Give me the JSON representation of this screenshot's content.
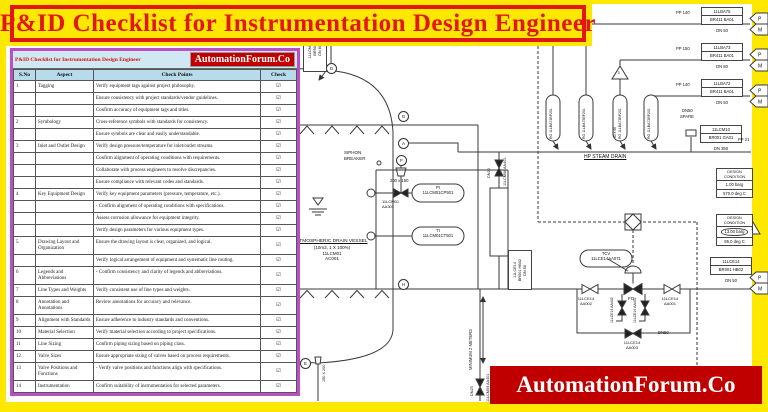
{
  "brand": "AutomationForum.Co",
  "banner": {
    "title": "P&ID Checklist for Instrumentation Design Engineer"
  },
  "colors": {
    "frame_yellow": "#ffe800",
    "title_red": "#e31616",
    "brand_red": "#c00000",
    "table_border_magenta": "#bb4ec0",
    "header_blue": "#b7dbea"
  },
  "table": {
    "title": "P&ID Checklist for Instrumentation Design Engineer",
    "headers": [
      "S.No",
      "Aspect",
      "Check Points",
      "Check"
    ],
    "check_symbol": "☑",
    "rows": [
      {
        "sno": "1",
        "aspect": "Tagging",
        "point": "Verify equipment tags against project philosophy."
      },
      {
        "sno": "",
        "aspect": "",
        "point": "Ensure consistency with project standards/vendor guidelines."
      },
      {
        "sno": "",
        "aspect": "",
        "point": "Confirm accuracy of equipment tags and titles."
      },
      {
        "sno": "2",
        "aspect": "Symbology",
        "point": "Cross-reference symbols with standards for consistency."
      },
      {
        "sno": "",
        "aspect": "",
        "point": "Ensure symbols are clear and easily understandable."
      },
      {
        "sno": "3",
        "aspect": "Inlet and Outlet Design",
        "point": "Verify design pressure/temperature for inlet/outlet streams."
      },
      {
        "sno": "",
        "aspect": "",
        "point": "Confirm alignment of operating conditions with requirements."
      },
      {
        "sno": "",
        "aspect": "",
        "point": "Collaborate with process engineers to resolve discrepancies."
      },
      {
        "sno": "",
        "aspect": "",
        "point": "Ensure compliance with relevant codes and standards."
      },
      {
        "sno": "4",
        "aspect": "Key Equipment Design",
        "point": "Verify key equipment parameters (pressure, temperature, etc.)."
      },
      {
        "sno": "",
        "aspect": "",
        "point": "- Confirm alignment of operating conditions with specifications."
      },
      {
        "sno": "",
        "aspect": "",
        "point": "Assess corrosion allowance for equipment integrity."
      },
      {
        "sno": "",
        "aspect": "",
        "point": "Verify design parameters for various equipment types."
      },
      {
        "sno": "5",
        "aspect": "Drawing Layout and Organization",
        "point": "Ensure the drawing layout is clear, organized, and logical."
      },
      {
        "sno": "",
        "aspect": "",
        "point": "Verify logical arrangement of equipment and systematic line routing."
      },
      {
        "sno": "6",
        "aspect": "Legends and Abbreviations",
        "point": "- Confirm consistency and clarity of legends and abbreviations."
      },
      {
        "sno": "7",
        "aspect": "Line Types and Weights",
        "point": "Verify consistent use of line types and weights."
      },
      {
        "sno": "8",
        "aspect": "Annotation and Annotations",
        "point": "Review annotations for accuracy and relevance."
      },
      {
        "sno": "9",
        "aspect": "Alignment with Standards",
        "point": "Ensure adherence to industry standards and conventions."
      },
      {
        "sno": "10",
        "aspect": "Material Selection",
        "point": "Verify material selection according to project specifications."
      },
      {
        "sno": "11",
        "aspect": "Line Sizing",
        "point": "Confirm piping sizing based on piping class."
      },
      {
        "sno": "12",
        "aspect": "Valve Sizes",
        "point": "Ensure appropriate sizing of valves based on process requirements."
      },
      {
        "sno": "13",
        "aspect": "Valve Positions and Functions",
        "point": "- Verify valve positions and functions align with specifications."
      },
      {
        "sno": "14",
        "aspect": "Instrumentation",
        "point": "Confirm suitability of instrumentation for selected parameters."
      }
    ]
  },
  "diagram": {
    "pipes": [
      {
        "pp": "PP 140",
        "tag": "11LBA75",
        "br": "BR411 BA01",
        "dn": "DN 50"
      },
      {
        "pp": "PP 150",
        "tag": "11LBA73",
        "br": "BR411 BA01",
        "dn": "DN 80"
      },
      {
        "pp": "PP 140",
        "tag": "11LBA72",
        "br": "BR411 BA01",
        "dn": "DN 50"
      }
    ],
    "ro0": "RO 11LBA74BP201",
    "ro1": "RO 11LBA75BP201",
    "ro2": "RO 11LBA73BP201",
    "ro2_size": "60 X 80",
    "ro3": "RO 11LBA72BP201",
    "rev": "3",
    "spare_dn": "DN50",
    "spare": "SPARE",
    "drain": {
      "name": "HP STEAM DRAIN",
      "tag": "11LCM10",
      "br": "BR001 GA01",
      "dn": "DN 350",
      "pp": "PP 21"
    },
    "design1": {
      "h1": "DESIGN",
      "h2": "CONDITION",
      "p": "1.00 barg",
      "t": "570.0 deg C"
    },
    "design2": {
      "h1": "DESIGN",
      "h2": "CONDITION",
      "p": "13.00 barg",
      "t": "95.0 deg C"
    },
    "line14": {
      "tag": "11LCE14",
      "br": "BR001 HB02",
      "dn": "DN 50"
    },
    "vessel": {
      "name": "ATMOSPHERIC DRAIN VESSEL",
      "cap": "(10m3, 1 X 100%)",
      "tag": "11LCM01",
      "eq": "AC001"
    },
    "vlab_top": {
      "a": "11LCM01",
      "b": "BR501",
      "c": "DN 60"
    },
    "vlab_mid": {
      "a": "11LCE14",
      "b": "BR001 HB02",
      "c": "DN 50"
    },
    "siphon1": "SIPHON",
    "siphon2": "BREAKER",
    "red_top": "200 x 150",
    "red_bot": "150 X 200",
    "pi": {
      "f": "PI",
      "tag": "11LCM01CP501"
    },
    "ti": {
      "f": "TI",
      "tag": "11LCM01CT501"
    },
    "pi_valve": {
      "a": "11LCM01",
      "b": "AA301"
    },
    "tcv": {
      "f": "TCV",
      "tag": "11LCE14AA071",
      "fail": "FO"
    },
    "v_left": {
      "a": "11LCE14",
      "b": "AA002"
    },
    "v_right": {
      "a": "11LCE14",
      "b": "AA001"
    },
    "v_byp": {
      "a": "11LCE14",
      "b": "AA003"
    },
    "byp_dn": "DN50",
    "v_dr_l": "11LCE14 AA402",
    "v_dr_r": "11LCE14 AA401",
    "dn20": {
      "dn": "DN20",
      "tag": "11LCM08 AA401"
    },
    "dn25": {
      "dn": "DN25",
      "tag": "11LCM09 AA401"
    },
    "min2": "MINIMUM 2 METERS",
    "nozzles": {
      "d": "D",
      "g": "G",
      "a": "A",
      "f": "F",
      "h": "H",
      "e": "E"
    },
    "flag_p": "P",
    "flag_m": "M"
  }
}
